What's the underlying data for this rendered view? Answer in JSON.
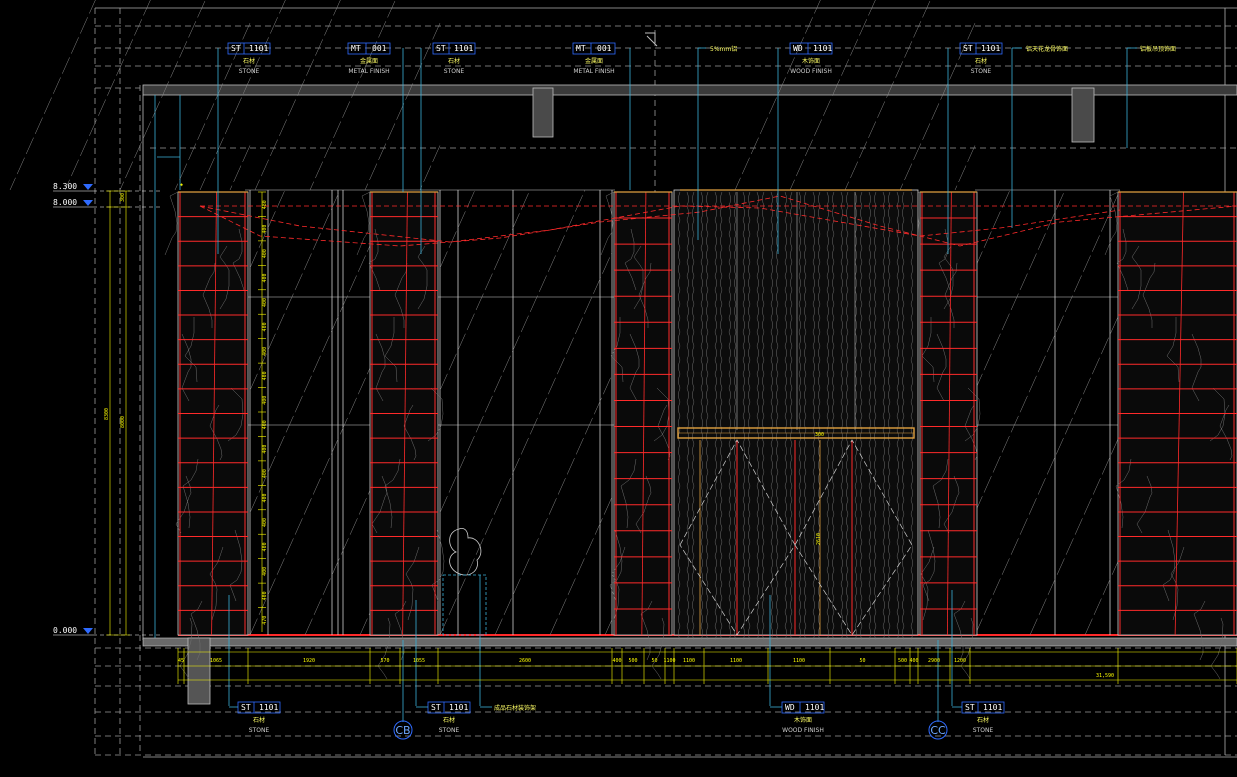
{
  "tags_top": [
    {
      "code": "ST",
      "num": "1101",
      "cn": "石材",
      "en": "STONE"
    },
    {
      "code": "MT",
      "num": "001",
      "cn": "金属面",
      "en": "METAL FINISH"
    },
    {
      "code": "ST",
      "num": "1101",
      "cn": "石材",
      "en": "STONE"
    },
    {
      "code": "MT",
      "num": "001",
      "cn": "金属面",
      "en": "METAL FINISH"
    },
    {
      "code": "WD",
      "num": "1101",
      "cn": "木饰面",
      "en": "WOOD FINISH"
    },
    {
      "code": "ST",
      "num": "1101",
      "cn": "石材",
      "en": "STONE"
    }
  ],
  "notes_top": [
    "5%mm铝",
    "铝天花龙骨饰面",
    "铝板吊顶饰面"
  ],
  "tags_bottom": [
    {
      "code": "ST",
      "num": "1101",
      "cn": "石材",
      "en": "STONE"
    },
    {
      "code": "ST",
      "num": "1101",
      "cn": "石材",
      "en": "STONE"
    },
    {
      "code": "WD",
      "num": "1101",
      "cn": "木饰面",
      "en": "WOOD FINISH"
    },
    {
      "code": "ST",
      "num": "1101",
      "cn": "石材",
      "en": "STONE"
    }
  ],
  "note_bottom": "成品石材装饰架",
  "sections": [
    "CB",
    "CC"
  ],
  "levels": [
    "8.300",
    "8.000",
    "0.000"
  ],
  "left_dims": [
    "300",
    "8300",
    "8000"
  ],
  "column_dims": [
    "480",
    "400",
    "400",
    "400",
    "400",
    "400",
    "400",
    "400",
    "400",
    "400",
    "400",
    "400",
    "400",
    "400",
    "400",
    "400",
    "400",
    "470"
  ],
  "bottom_dims": [
    "45",
    "1065",
    "1920",
    "570",
    "1055",
    "2600",
    "400",
    "500",
    "50",
    "1100",
    "1100",
    "1100",
    "1100",
    "50",
    "500",
    "400",
    "2900",
    "1200"
  ],
  "total_dim": "31,590",
  "door_dims": [
    "300",
    "2610"
  ],
  "colors": {
    "background": "#000000",
    "cyan": "#3ab0d8",
    "red": "#ff2a2a",
    "yellow": "#ffff00",
    "orange": "#e0a040",
    "white": "#ffffff",
    "blue": "#2f6bff",
    "gray": "#8a8a8a",
    "dark_gray": "#555555"
  }
}
